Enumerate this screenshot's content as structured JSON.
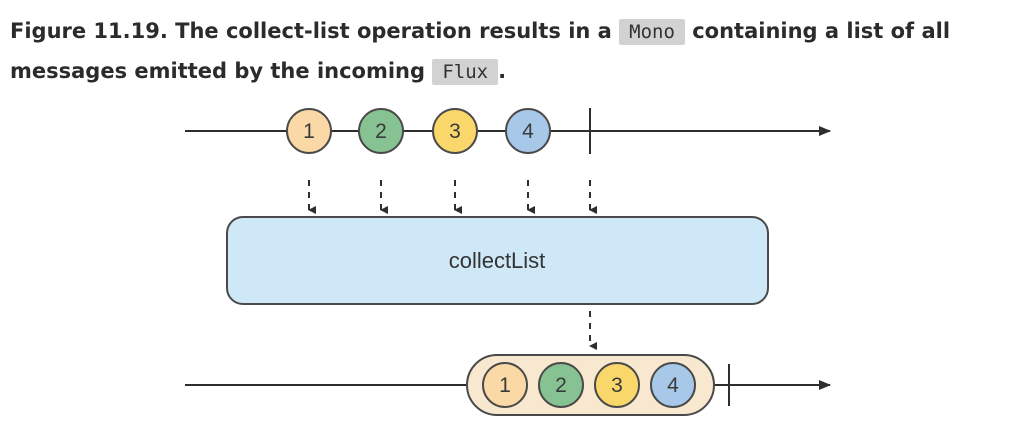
{
  "caption": {
    "part1": "Figure 11.19. The collect-list operation results in a ",
    "code1": "Mono",
    "part2": " containing a list of all messages emitted by the incoming ",
    "code2": "Flux",
    "part3": "."
  },
  "diagram": {
    "operator_label": "collectList",
    "input_marbles": [
      {
        "label": "1",
        "color": "#fbd9a6"
      },
      {
        "label": "2",
        "color": "#87c392"
      },
      {
        "label": "3",
        "color": "#fad76a"
      },
      {
        "label": "4",
        "color": "#a8c8ea"
      }
    ],
    "output_marbles": [
      {
        "label": "1",
        "color": "#fbd9a6"
      },
      {
        "label": "2",
        "color": "#87c392"
      },
      {
        "label": "3",
        "color": "#fad76a"
      },
      {
        "label": "4",
        "color": "#a8c8ea"
      }
    ],
    "colors": {
      "operator_fill": "#cfe8f8",
      "container_fill": "#f7e8cf",
      "stroke": "#4a4a4a"
    }
  }
}
